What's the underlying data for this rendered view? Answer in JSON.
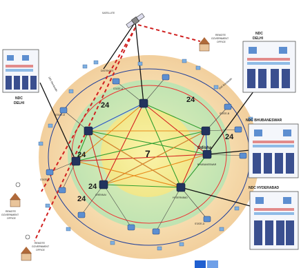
{
  "satellite": {
    "label": "SATELLITE"
  },
  "ring_labels": {
    "top": "24",
    "top_right": "24",
    "right": "24",
    "left_top": "24",
    "left_bottom": "24",
    "bottom_left": "24",
    "core": "7"
  },
  "ndc": {
    "delhi_left_line1": "NDC",
    "delhi_left_line2": "DELHI",
    "delhi_right_line1": "NDC",
    "delhi_right_line2": "DELHI",
    "bhubaneswar": "NDC BHUBANESWAR",
    "hyderabad": "NDC HYDERABAD"
  },
  "remote_offices": {
    "top_right_line1": "REMOTE",
    "top_right_line2": "GOVERNMENT",
    "top_right_line3": "OFFICE",
    "left_line1": "REMOTE",
    "left_line2": "GOVERNMENT",
    "left_line3": "OFFICE",
    "bottom_line1": "REMOTE",
    "bottom_line2": "GOVERNMENT",
    "bottom_line3": "OFFICE"
  },
  "links": {
    "bandwidth_top": "10G Bandwidth",
    "bandwidth_left": "10G Bandwidth"
  },
  "nodes": {
    "odisha": "Odisha",
    "state_a": "STATE-A",
    "state_b": "STATE-B",
    "state_c": "STATE-C",
    "state_d": "STATE-D",
    "state_e": "STATE-E",
    "bhubaneswar": "BHUBANESWAR",
    "hyderabad": "HYDERABAD",
    "chennai": "CHENNAI",
    "districts": "DISTRICTS"
  },
  "colors": {
    "outer_ring": "#f7d9a8",
    "mid_ring": "#cfe8c0",
    "inner_ring": "#f6f0a0",
    "mesh_green": "#2e9e2e",
    "mesh_red": "#d42020",
    "mesh_orange": "#e88a1a",
    "mesh_blue": "#2a55c8",
    "dashed_red": "#d02020",
    "logo_blue": "#1f5fd0"
  }
}
